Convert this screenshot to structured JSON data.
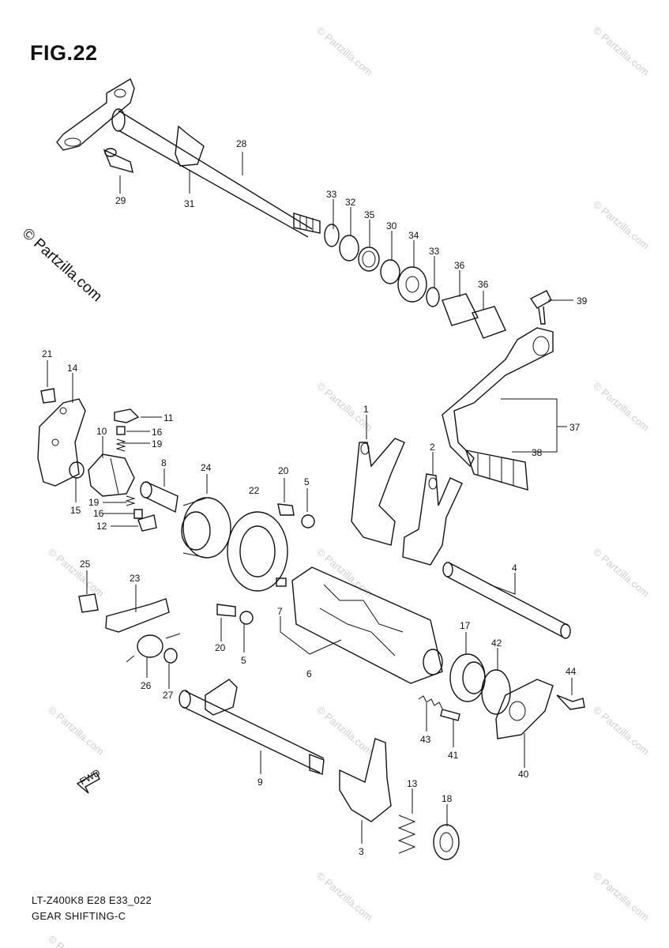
{
  "figure": {
    "title": "FIG.22",
    "side_watermark": "© Partzilla.com",
    "footer_code": "LT-Z400K8 E28 E33_022",
    "footer_name": "GEAR SHIFTING-C",
    "bg_watermark": "© Partzilla.com"
  },
  "callouts": [
    "28",
    "29",
    "31",
    "33",
    "32",
    "35",
    "30",
    "34",
    "33",
    "36",
    "36",
    "39",
    "37",
    "38",
    "21",
    "14",
    "11",
    "16",
    "19",
    "10",
    "8",
    "24",
    "22",
    "20",
    "5",
    "1",
    "2",
    "19",
    "16",
    "12",
    "15",
    "25",
    "23",
    "7",
    "20",
    "5",
    "6",
    "17",
    "42",
    "44",
    "4",
    "26",
    "27",
    "9",
    "43",
    "41",
    "40",
    "13",
    "18",
    "3"
  ],
  "fwd_label": "FWD",
  "colors": {
    "ink": "#111111",
    "watermark": "#cfcfcf",
    "background": "#ffffff"
  }
}
